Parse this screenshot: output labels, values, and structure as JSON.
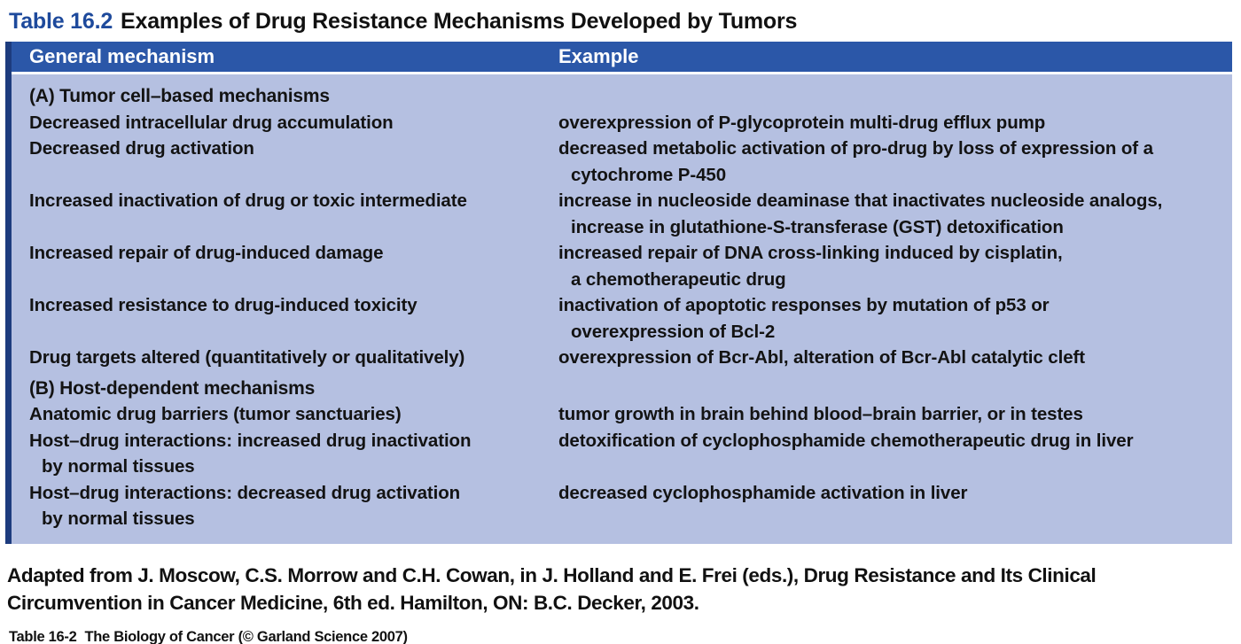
{
  "title": {
    "label": "Table 16.2",
    "text": "Examples of Drug Resistance Mechanisms Developed by Tumors"
  },
  "header": {
    "col1": "General mechanism",
    "col2": "Example"
  },
  "sections": [
    {
      "heading": "(A) Tumor cell–based mechanisms",
      "rows": [
        {
          "mechanism": [
            "Decreased intracellular drug accumulation"
          ],
          "example": [
            "overexpression of P-glycoprotein multi-drug efflux pump"
          ]
        },
        {
          "mechanism": [
            "Decreased drug activation"
          ],
          "example": [
            "decreased metabolic activation of pro-drug by loss of expression of a",
            "cytochrome P-450"
          ]
        },
        {
          "mechanism": [
            "Increased inactivation of drug or toxic intermediate"
          ],
          "example": [
            "increase in nucleoside deaminase that inactivates nucleoside analogs,",
            "increase in glutathione-S-transferase (GST) detoxification"
          ]
        },
        {
          "mechanism": [
            "Increased repair of drug-induced damage"
          ],
          "example": [
            "increased repair of DNA cross-linking induced by cisplatin,",
            "a chemotherapeutic drug"
          ]
        },
        {
          "mechanism": [
            "Increased resistance to drug-induced toxicity"
          ],
          "example": [
            "inactivation of apoptotic responses by mutation of p53 or",
            "overexpression of Bcl-2"
          ]
        },
        {
          "mechanism": [
            "Drug targets altered (quantitatively or qualitatively)"
          ],
          "example": [
            "overexpression of Bcr-Abl, alteration of Bcr-Abl catalytic cleft"
          ]
        }
      ]
    },
    {
      "heading": "(B) Host-dependent mechanisms",
      "rows": [
        {
          "mechanism": [
            "Anatomic drug barriers (tumor sanctuaries)"
          ],
          "example": [
            "tumor growth in brain behind blood–brain barrier, or in testes"
          ]
        },
        {
          "mechanism": [
            "Host–drug interactions: increased drug inactivation",
            "by normal tissues"
          ],
          "example": [
            "detoxification of cyclophosphamide chemotherapeutic drug in liver"
          ]
        },
        {
          "mechanism": [
            "Host–drug interactions: decreased drug activation",
            "by normal tissues"
          ],
          "example": [
            "decreased cyclophosphamide activation in liver"
          ]
        }
      ]
    }
  ],
  "source_note": "Adapted from J. Moscow, C.S. Morrow and C.H. Cowan, in J. Holland and E. Frei (eds.), Drug Resistance and Its Clinical Circumvention in Cancer Medicine, 6th ed. Hamilton, ON: B.C. Decker, 2003.",
  "caption": {
    "label": "Table 16-2",
    "text": "The Biology of Cancer (© Garland Science 2007)"
  },
  "colors": {
    "accent_blue": "#1e4a9c",
    "header_bar": "#2b57a8",
    "body_bg": "#b5c0e1",
    "left_edge": "#1d3c7e"
  }
}
